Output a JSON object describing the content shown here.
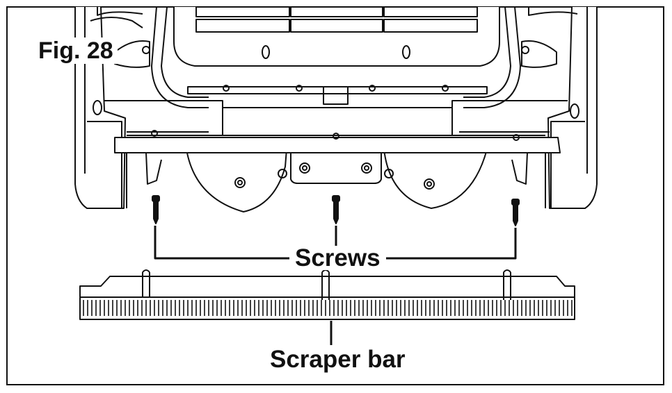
{
  "figure": {
    "label": "Fig. 28"
  },
  "callouts": {
    "screws": "Screws",
    "scraper_bar": "Scraper bar"
  }
}
